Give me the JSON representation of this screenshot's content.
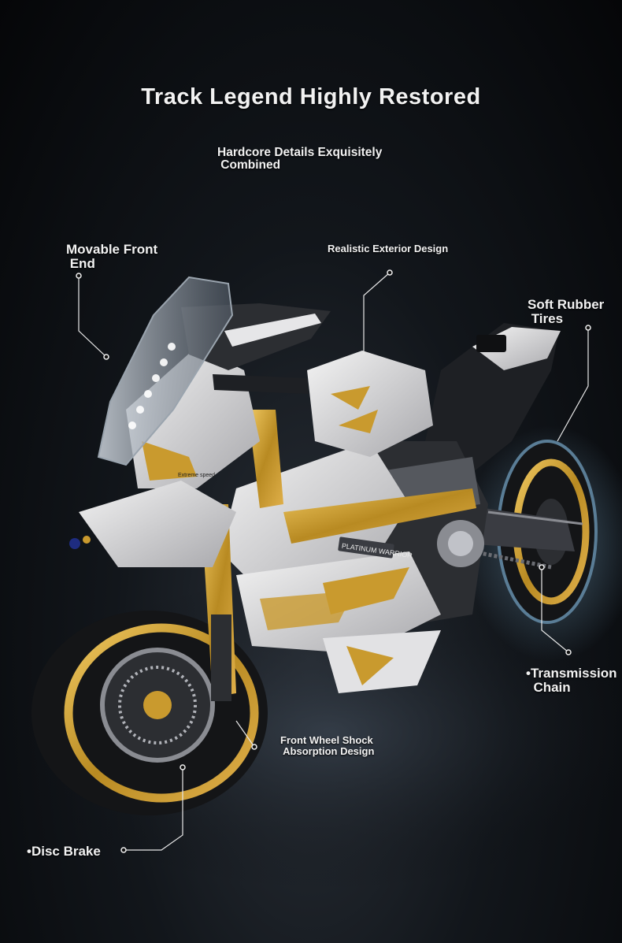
{
  "title": "Track Legend Highly Restored",
  "subtitle": "Hardcore Details Exquisitely\n Combined",
  "callouts": {
    "movable_front_end": "Movable Front\n End",
    "realistic_exterior": "Realistic Exterior Design",
    "soft_rubber_tires": "Soft Rubber\n Tires",
    "transmission_chain": "•Transmission\n  Chain",
    "front_wheel_shock": "Front Wheel Shock\n Absorption Design",
    "disc_brake": "•Disc Brake"
  },
  "product": {
    "badge_text": "PLATINUM WARRIOR",
    "side_text": "Extreme speed"
  },
  "colors": {
    "background": "#0b0d10",
    "white_panel": "#dcdcdc",
    "gold": "#c99a2e",
    "dark_panel": "#2c2e32",
    "tire": "#141517",
    "callout_line": "#e8e8e8"
  }
}
